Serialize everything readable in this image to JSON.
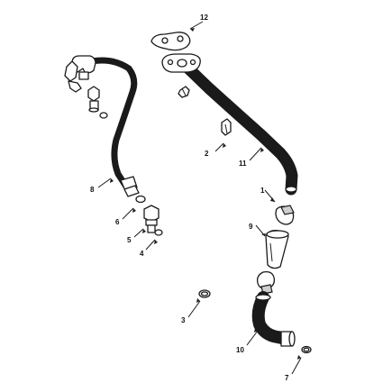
{
  "callouts": {
    "c1": "1",
    "c2": "2",
    "c3": "3",
    "c4": "4",
    "c5": "5",
    "c6": "6",
    "c7": "7",
    "c8": "8",
    "c9": "9",
    "c10": "10",
    "c11": "11",
    "c12": "12"
  },
  "colors": {
    "line": "#1a1a1a",
    "background": "#ffffff",
    "shade": "#cfcfcf"
  }
}
